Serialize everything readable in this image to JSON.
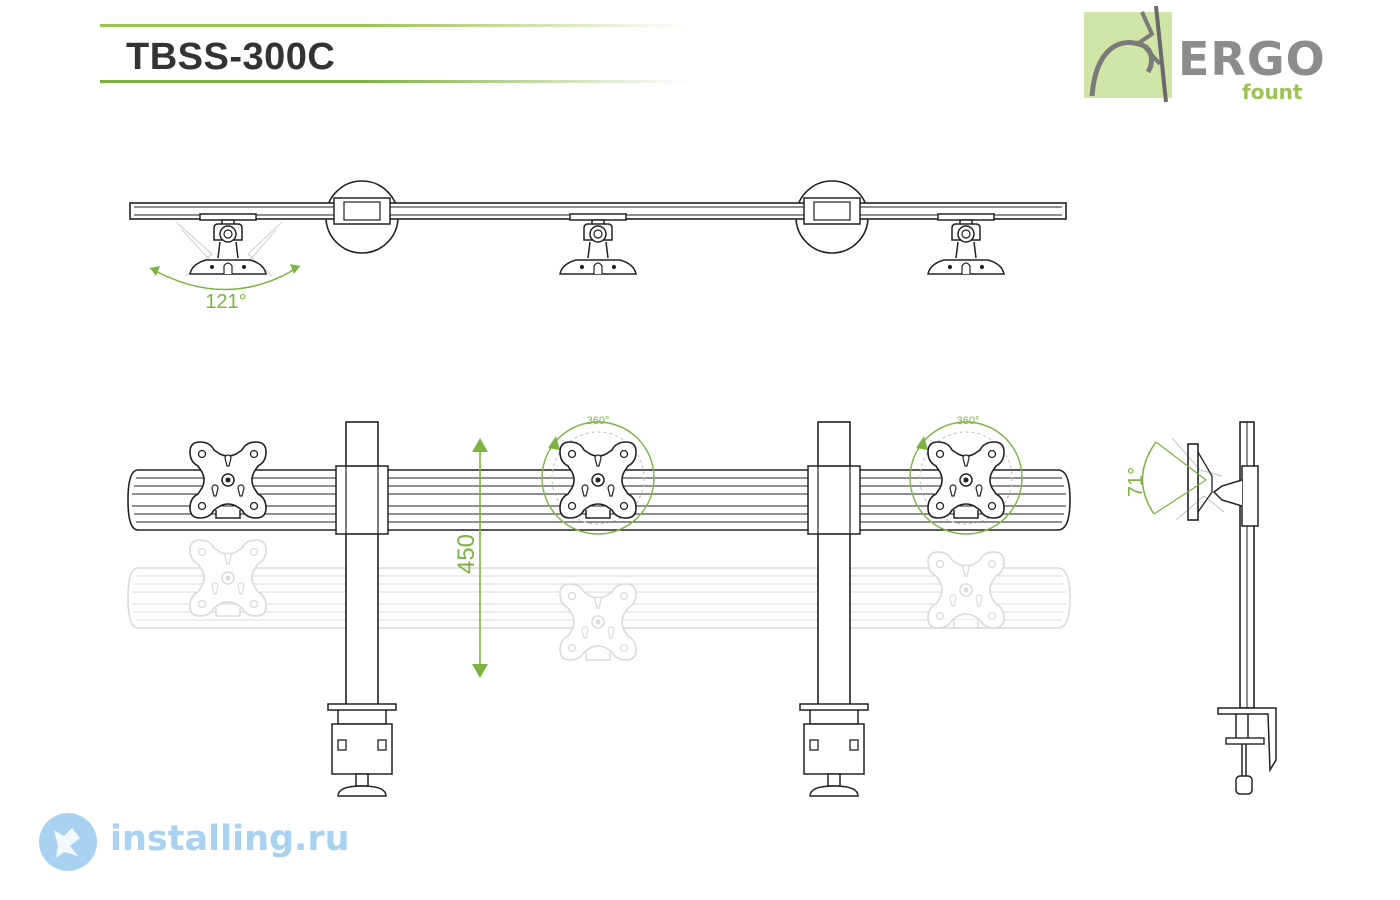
{
  "title": "TBSS-300C",
  "logo": {
    "word": "ERGO",
    "sub": "fount"
  },
  "dimensions": {
    "swivel_angle": "121°",
    "rotation_center": "360°",
    "rotation_right": "360°",
    "height_adjust": "450",
    "tilt_angle": "71°"
  },
  "watermark": {
    "text": "installing.ru"
  },
  "colors": {
    "accent": "#7cb342",
    "line": "#222222",
    "title": "#333333",
    "watermark": "#a8d2f0"
  }
}
